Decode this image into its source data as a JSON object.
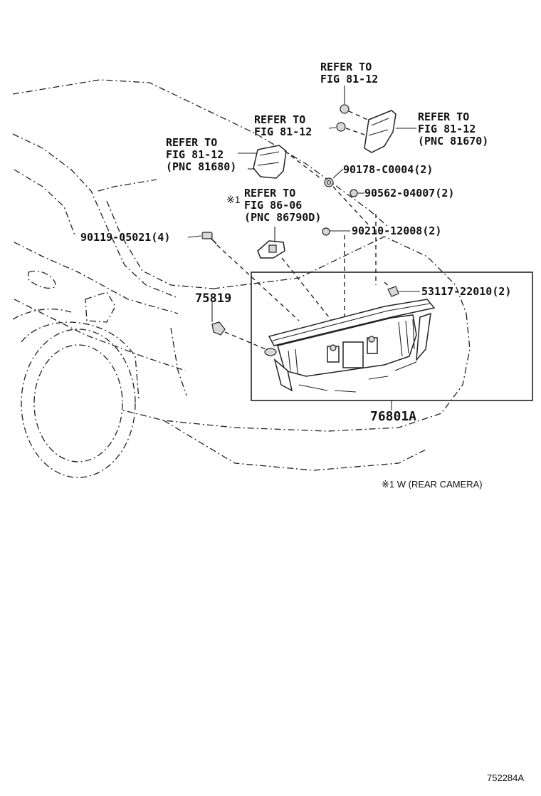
{
  "diagram": {
    "figure_code": "752284A",
    "note": "※1 W (REAR CAMERA)",
    "callouts": [
      {
        "id": "refer-top",
        "lines": [
          "REFER TO",
          "FIG 81-12"
        ]
      },
      {
        "id": "refer-mid",
        "lines": [
          "REFER TO",
          "FIG 81-12"
        ]
      },
      {
        "id": "refer-right",
        "lines": [
          "REFER TO",
          "FIG 81-12",
          "(PNC 81670)"
        ]
      },
      {
        "id": "refer-left",
        "lines": [
          "REFER TO",
          "FIG 81-12",
          "(PNC 81680)"
        ]
      },
      {
        "id": "refer-camera",
        "mark": "※1",
        "lines": [
          "REFER TO",
          "FIG 86-06",
          "(PNC 86790D)"
        ]
      }
    ],
    "part_numbers": {
      "p90178": "90178-C0004(2)",
      "p90562": "90562-04007(2)",
      "p90119": "90119-05021(4)",
      "p90210": "90210-12008(2)",
      "p75819": "75819",
      "p53117": "53117-22010(2)",
      "p76801": "76801A"
    }
  }
}
